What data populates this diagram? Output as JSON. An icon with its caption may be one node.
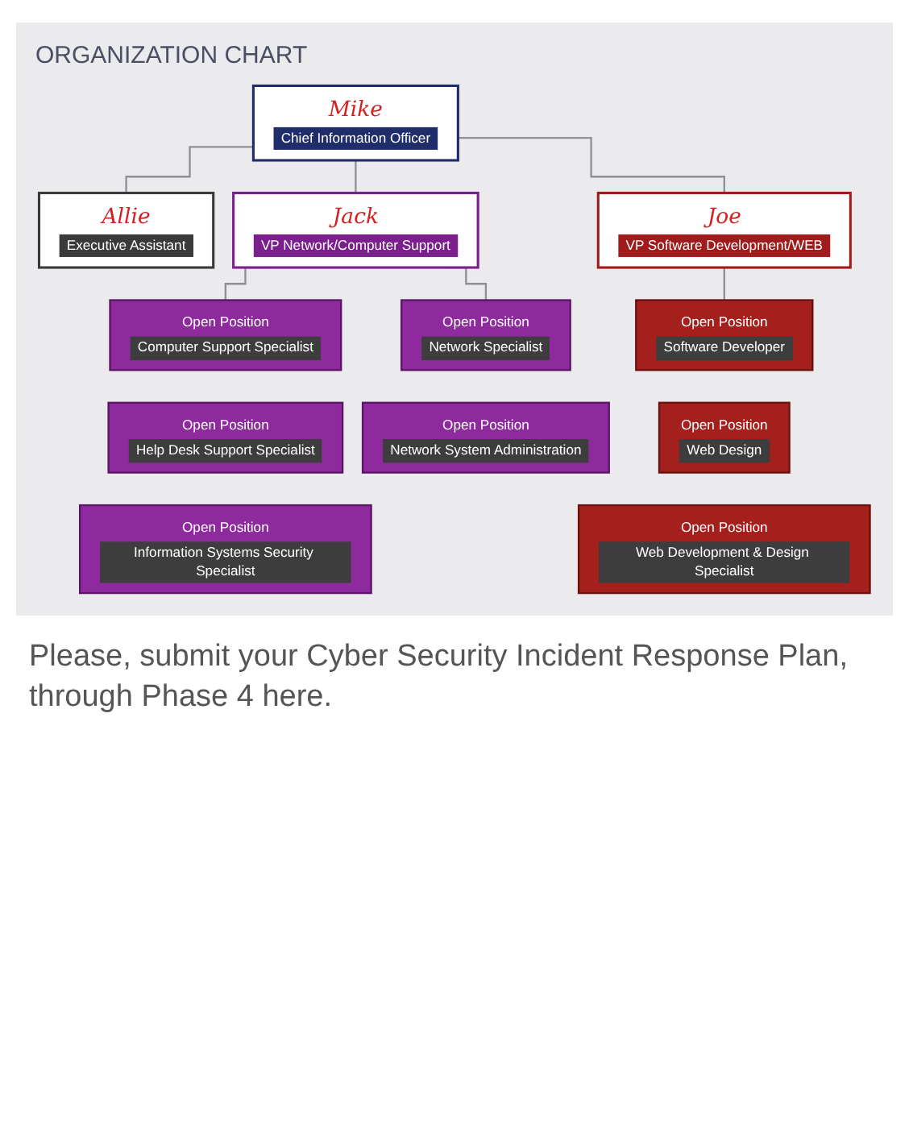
{
  "diagram": {
    "title": "ORGANIZATION CHART",
    "nodes": [
      {
        "text": [
          "Mike",
          "Chief Information Officer"
        ]
      },
      {
        "text": [
          "Allie",
          "Executive Assistant"
        ]
      },
      {
        "text": [
          "Jack",
          "VP Network/Computer Support"
        ]
      },
      {
        "text": [
          "Joe",
          "VP Software Development/WEB"
        ]
      },
      {
        "text": [
          "Open Position",
          "Computer Support Specialist"
        ]
      },
      {
        "text": [
          "Open Position",
          "Network Specialist"
        ]
      },
      {
        "text": [
          "Open Position",
          "Help Desk Support Specialist"
        ]
      },
      {
        "text": [
          "Open Position",
          "Network System Administration"
        ]
      },
      {
        "text": [
          "Open Position",
          "Information Systems Security Specialist"
        ]
      },
      {
        "text": [
          "Open Position",
          "Software Developer"
        ]
      },
      {
        "text": [
          "Open Position",
          "Web Design"
        ]
      },
      {
        "text": [
          "Open Position",
          "Web Development & Design Specialist"
        ]
      }
    ],
    "edges": [
      {
        "from": 0,
        "to": 1,
        "arrow": "none"
      },
      {
        "from": 0,
        "to": 2,
        "arrow": "none"
      },
      {
        "from": 0,
        "to": 3,
        "arrow": "none"
      },
      {
        "from": 2,
        "to": 4,
        "arrow": "none"
      },
      {
        "from": 2,
        "to": 5,
        "arrow": "none"
      },
      {
        "from": 3,
        "to": 9,
        "arrow": "none"
      }
    ],
    "labels": [
      "Please, submit your Cyber Security Incident Response Plan, through Phase 4 here."
    ]
  }
}
